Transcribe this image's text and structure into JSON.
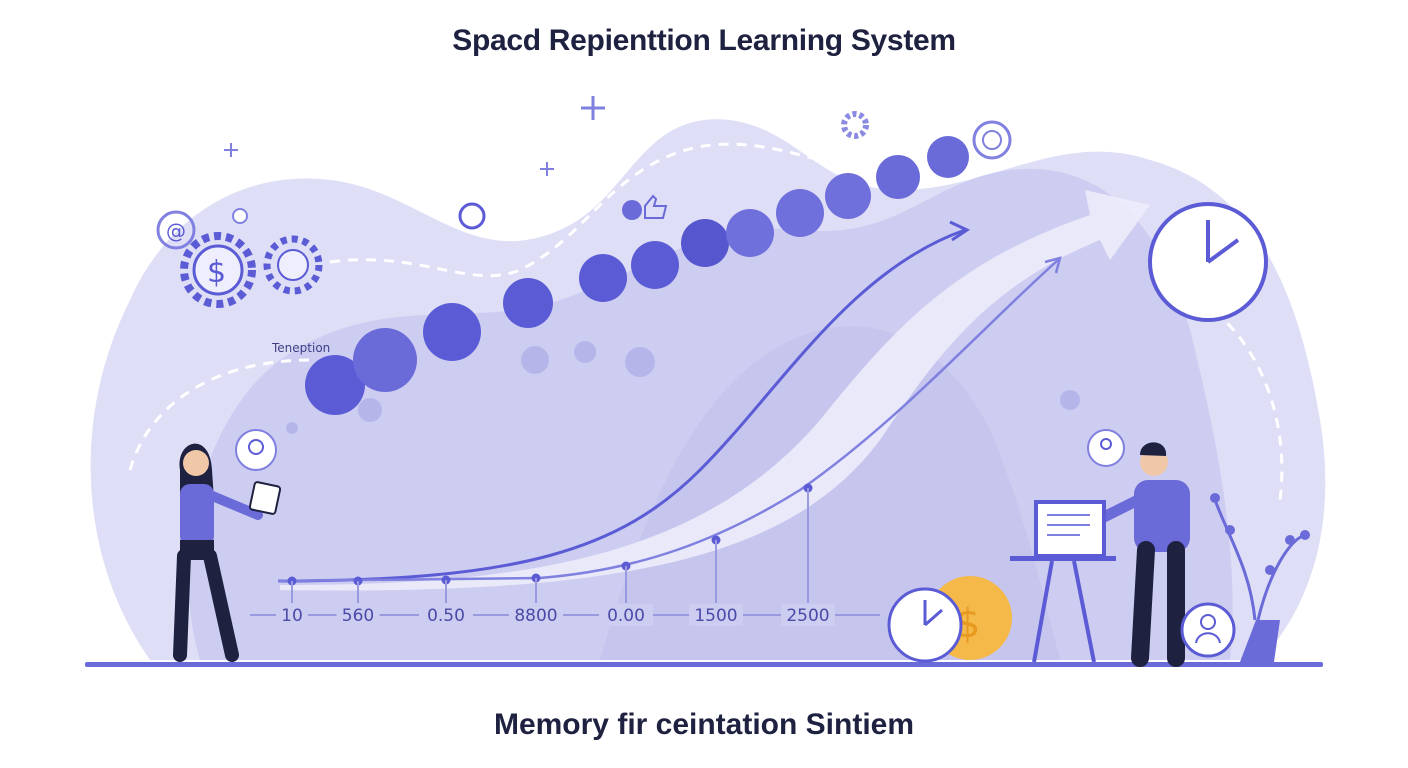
{
  "header": {
    "title": "Spacd Repienttion Learning System"
  },
  "footer": {
    "subtitle": "Memory fir ceintation Sintiem"
  },
  "illustration": {
    "curve_label": "Tenep­tion",
    "axis_ticks": [
      "10",
      "560",
      "0.50",
      "8800",
      "0.00",
      "1500",
      "2500"
    ],
    "colors": {
      "primary": "#5b5bd6",
      "light": "#c9c9f0",
      "background_blob": "#dcdcf6",
      "coin": "#f5b94a",
      "text": "#1e2140"
    }
  }
}
